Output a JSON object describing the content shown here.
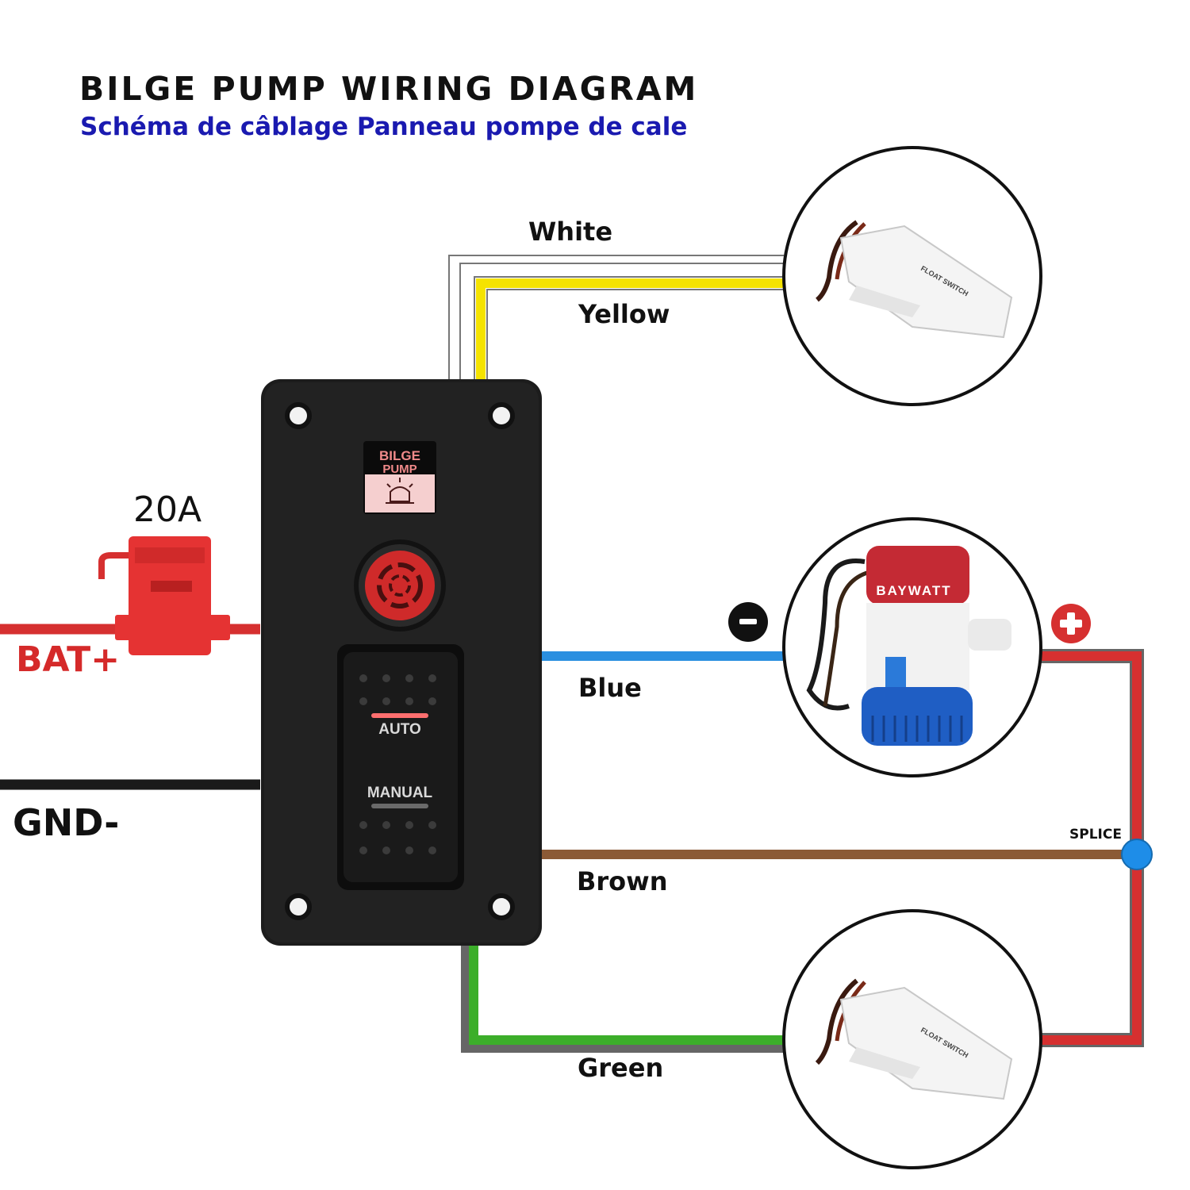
{
  "header": {
    "title": "BILGE PUMP WIRING DIAGRAM",
    "subtitle": "Schéma de câblage Panneau pompe de cale"
  },
  "wires": {
    "white": "White",
    "yellow": "Yellow",
    "blue": "Blue",
    "brown": "Brown",
    "green": "Green"
  },
  "power": {
    "fuse_rating": "20A",
    "positive": "BAT+",
    "ground": "GND-"
  },
  "panel": {
    "indicator_line1": "BILGE",
    "indicator_line2": "PUMP",
    "switch_auto": "AUTO",
    "switch_manual": "MANUAL"
  },
  "pump": {
    "brand": "BAYWATT",
    "negative_symbol": "-",
    "positive_symbol": "+"
  },
  "float_switch": {
    "label": "FLOAT SWITCH"
  },
  "junction": {
    "label": "SPLICE"
  },
  "colors": {
    "white_wire": "#ffffff",
    "yellow_wire": "#f5e300",
    "blue_wire": "#2a8fe0",
    "brown_wire": "#8b5a36",
    "green_wire": "#3cae2a",
    "red_wire": "#d63030",
    "black_wire": "#1a1a1a",
    "subtitle": "#1a1ab0"
  }
}
